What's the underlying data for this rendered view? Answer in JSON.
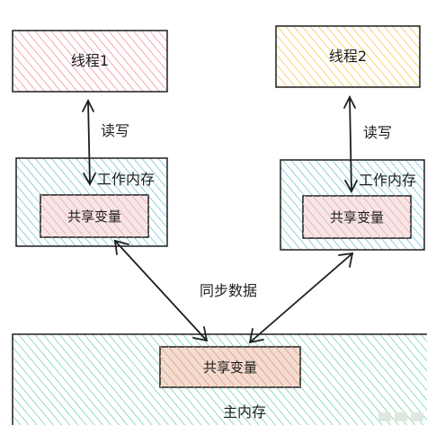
{
  "thread1": {
    "label": "线程1",
    "fill": "#f7a8b3"
  },
  "thread2": {
    "label": "线程2",
    "fill": "#f5d476"
  },
  "rw_label_left": "读写",
  "rw_label_right": "读写",
  "work_memory_left": {
    "label": "工作内存",
    "fill": "#8fd3de"
  },
  "work_memory_right": {
    "label": "工作内存",
    "fill": "#8fd3de"
  },
  "shared_var_left": {
    "label": "共享变量",
    "fill": "#f1b6b6"
  },
  "shared_var_right": {
    "label": "共享变量",
    "fill": "#f1b6b6"
  },
  "sync_label": "同步数据",
  "main_memory": {
    "label": "主内存",
    "fill": "#8fdcc0"
  },
  "shared_var_main": {
    "label": "共享变量",
    "fill": "#e9a78f"
  },
  "colors": {
    "stroke": "#1e1e1e"
  }
}
